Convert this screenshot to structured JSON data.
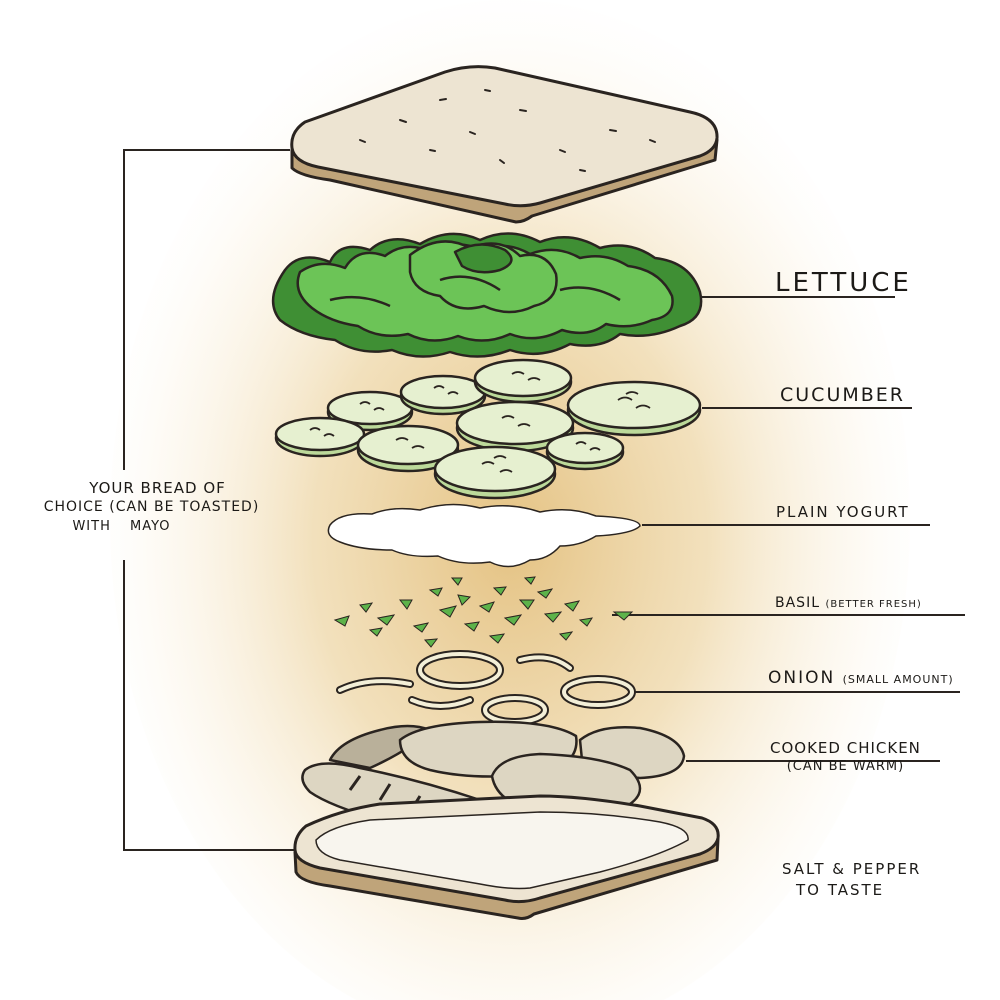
{
  "labels": {
    "lettuce": "Lettuce",
    "cucumber": "Cucumber",
    "yogurt": "Plain Yogurt",
    "basil_main": "Basil",
    "basil_note": "(better fresh)",
    "onion_main": "Onion",
    "onion_note": "(small amount)",
    "chicken_line1": "Cooked Chicken",
    "chicken_line2": "(can be warm)",
    "salt_line1": "Salt & Pepper",
    "salt_line2": "to taste",
    "bread_line1": "Your bread of",
    "bread_line2": "choice (can be toasted)",
    "bread_line3": "with mayo"
  },
  "colors": {
    "background_glow": "#e8c98a",
    "background": "#ffffff",
    "outline": "#2a2420",
    "bread_crust": "#bfa47a",
    "bread_face": "#ede4d2",
    "mayo": "#f8f5ee",
    "lettuce_light": "#6cc457",
    "lettuce_dark": "#3f8f34",
    "cucumber_flesh": "#e6f0d0",
    "cucumber_rind": "#bcd99a",
    "yogurt": "#ffffff",
    "basil": "#5db34a",
    "onion": "#f3efd8",
    "chicken": "#ddd6c2",
    "chicken_shadow": "#b9b09a"
  }
}
